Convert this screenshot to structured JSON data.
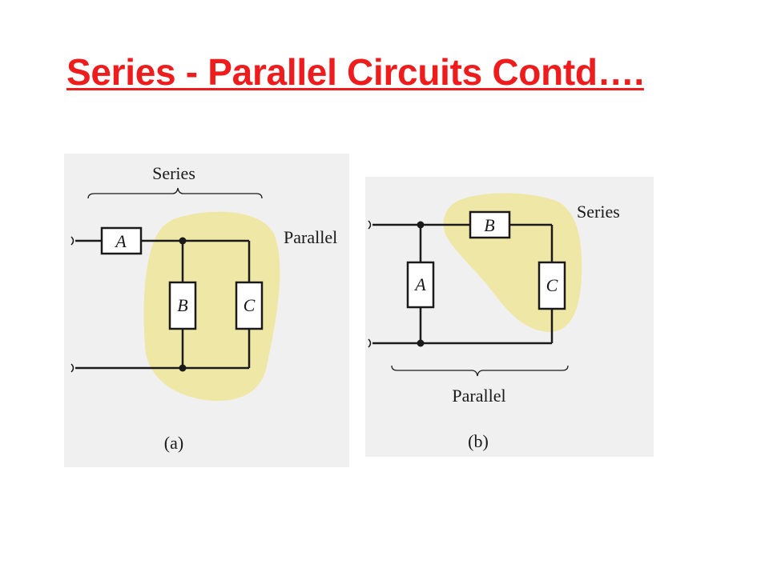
{
  "slide": {
    "title": "Series - Parallel Circuits Contd….",
    "title_color": "#ee1c1c"
  },
  "diagrams": {
    "highlight_color": "#efe7a6",
    "panel_bg": "#f0f0f0",
    "wire_color": "#1a1a1a",
    "a": {
      "series_label": "Series",
      "parallel_label": "Parallel",
      "caption": "(a)",
      "resistors": [
        "A",
        "B",
        "C"
      ]
    },
    "b": {
      "series_label": "Series",
      "parallel_label": "Parallel",
      "caption": "(b)",
      "resistors": [
        "A",
        "B",
        "C"
      ]
    }
  }
}
